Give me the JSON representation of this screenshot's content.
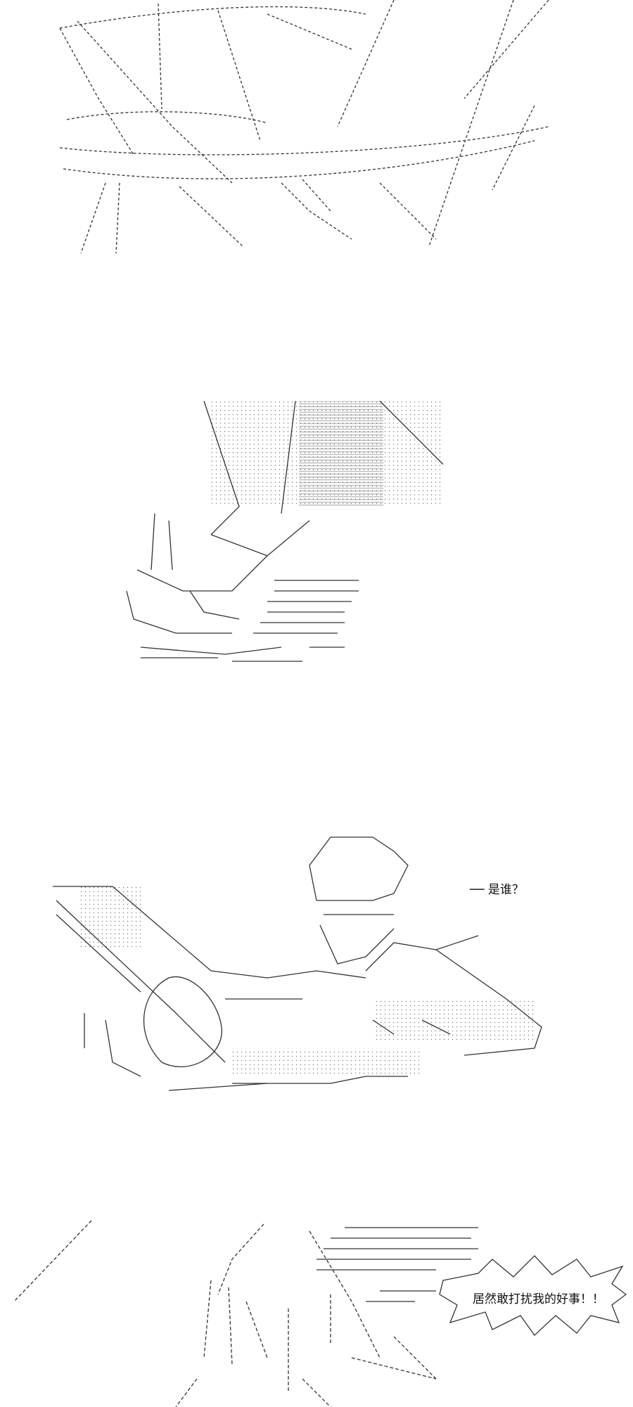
{
  "page": {
    "background": "#ffffff",
    "ink_color": "#222222"
  },
  "panels": [
    {
      "id": "panel-1",
      "subject": "ascii-art-closeup-eye-lines"
    },
    {
      "id": "panel-2",
      "subject": "ascii-art-hand-holding-pen-over-paper"
    },
    {
      "id": "panel-3",
      "subject": "ascii-art-character-at-desk",
      "caption": "── 是谁？"
    },
    {
      "id": "panel-4",
      "subject": "ascii-art-angry-character-with-shout",
      "speech": "居然敢打扰我的好事！！"
    }
  ]
}
